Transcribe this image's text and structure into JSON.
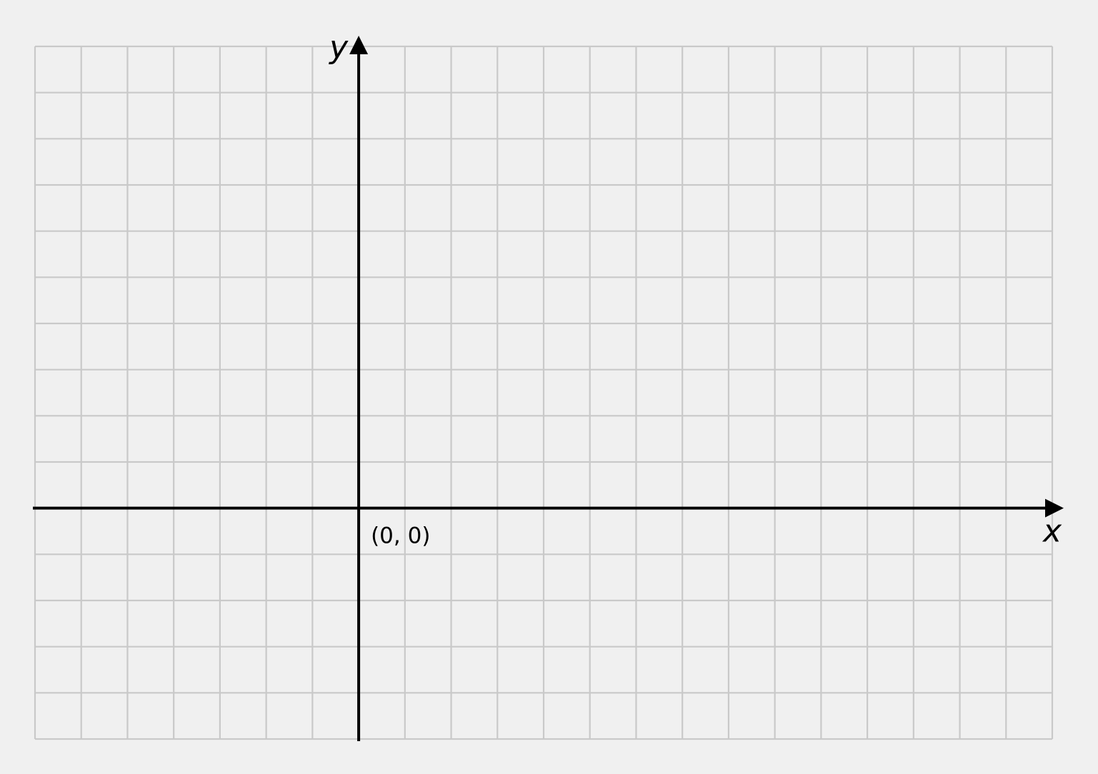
{
  "diagram": {
    "type": "coordinate-grid",
    "x_axis_label": "x",
    "y_axis_label": "y",
    "origin_label": "(0, 0)",
    "grid": true,
    "x_range_units": [
      -7,
      15
    ],
    "y_range_units": [
      -5,
      10
    ],
    "grid_step": 1,
    "colors": {
      "background": "#f0f0f0",
      "grid": "#c9c9c9",
      "axis": "#000000"
    }
  }
}
